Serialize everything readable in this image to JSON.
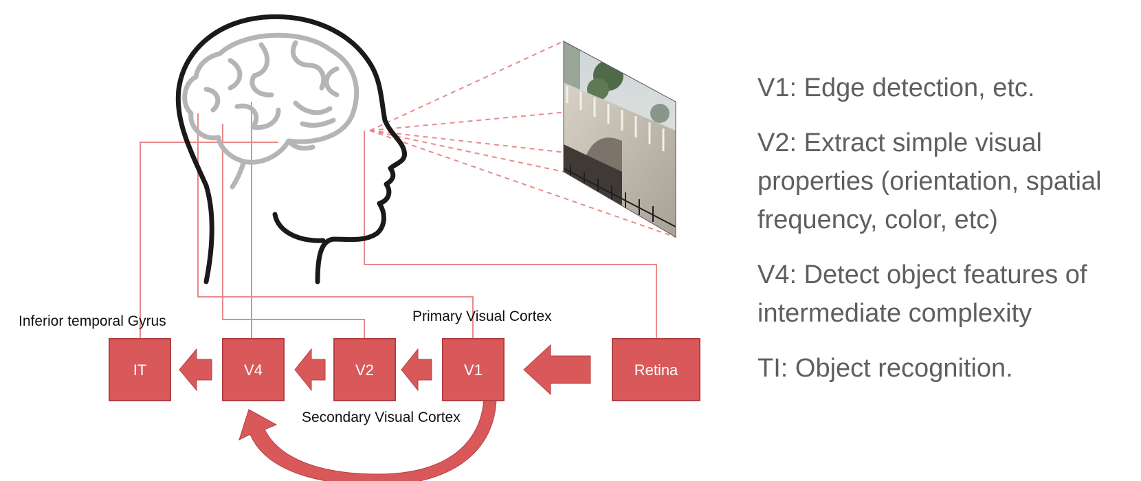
{
  "colors": {
    "box_fill": "#d9595b",
    "box_stroke": "#b33f42",
    "connector": "#e88a8a",
    "head_outline": "#1a1a1a",
    "brain": "#b5b5b5",
    "description_text": "#5f5f5f"
  },
  "boxes": {
    "it": "IT",
    "v4": "V4",
    "v2": "V2",
    "v1": "V1",
    "retina": "Retina"
  },
  "region_labels": {
    "inferior_temporal": "Inferior temporal Gyrus",
    "primary": "Primary Visual Cortex",
    "secondary": "Secondary Visual Cortex"
  },
  "descriptions": [
    "V1: Edge detection, etc.",
    "V2: Extract simple visual properties (orientation, spatial frequency, color, etc)",
    "V4: Detect object features of intermediate complexity",
    "TI: Object recognition."
  ],
  "icons": {
    "head": "head-profile-icon",
    "brain": "brain-icon",
    "scene": "bridge-scene-image"
  }
}
